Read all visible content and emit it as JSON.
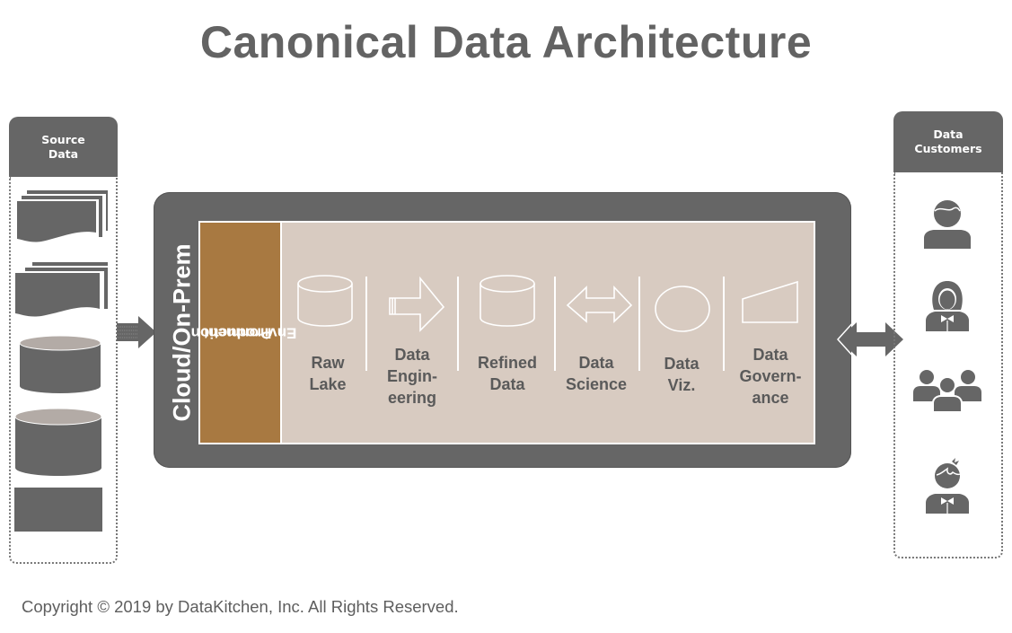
{
  "title": "Canonical Data Architecture",
  "source_data": {
    "header": "Source\nData",
    "header_lines": [
      "Source",
      "Data"
    ],
    "icons": [
      "document-stack-icon",
      "document-stack-icon",
      "database-icon",
      "database-icon",
      "rectangle-icon"
    ]
  },
  "cloud": {
    "label": "Cloud/On-Prem"
  },
  "production": {
    "label_lines": [
      "Production",
      "Environment"
    ]
  },
  "stages": [
    {
      "icon": "database-outline-icon",
      "label": "Raw\nLake"
    },
    {
      "icon": "arrow-right-outline-icon",
      "label": "Data\nEngin-\neering"
    },
    {
      "icon": "database-outline-icon",
      "label": "Refined\nData"
    },
    {
      "icon": "double-arrow-outline-icon",
      "label": "Data\nScience"
    },
    {
      "icon": "ellipse-outline-icon",
      "label": "Data\nViz."
    },
    {
      "icon": "trapezoid-outline-icon",
      "label": "Data\nGovern-\nance"
    }
  ],
  "data_customers": {
    "header_lines": [
      "Data",
      "Customers"
    ],
    "icons": [
      "male-user-icon",
      "female-user-icon",
      "user-group-icon",
      "young-male-user-icon"
    ]
  },
  "colors": {
    "dark_gray": "#666666",
    "production_brown": "#a87941",
    "inner_beige": "#d8cbc1",
    "text_gray": "#5a5a5a"
  },
  "copyright": "Copyright © 2019 by DataKitchen, Inc.  All Rights Reserved."
}
